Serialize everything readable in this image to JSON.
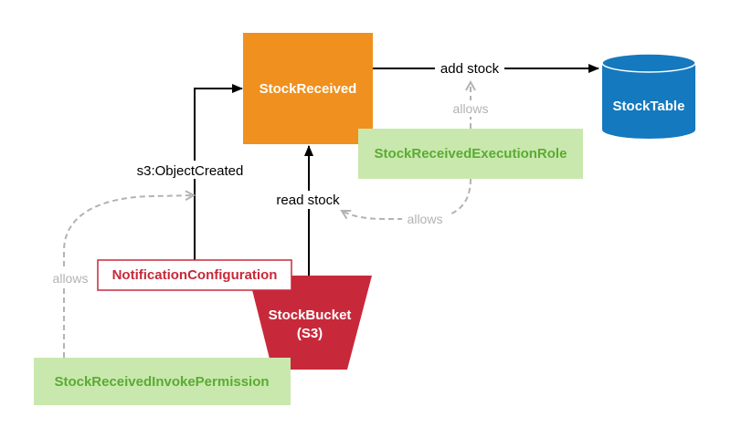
{
  "colors": {
    "lambda": "#f0901e",
    "table": "#1479be",
    "bucket": "#c8293a",
    "role_fill": "#c9e8ad",
    "role_text": "#5aab33",
    "notif_border": "#c8293a",
    "notif_text": "#c8293a",
    "arrow_solid": "#000000",
    "arrow_dashed": "#b3b3b3",
    "allows_text": "#b3b3b3"
  },
  "nodes": {
    "stock_received": {
      "label": "StockReceived"
    },
    "stock_table": {
      "label": "StockTable"
    },
    "stock_bucket": {
      "label_line1": "StockBucket",
      "label_line2": "(S3)"
    },
    "execution_role": {
      "label": "StockReceivedExecutionRole"
    },
    "notification_configuration": {
      "label": "NotificationConfiguration"
    },
    "invoke_permission": {
      "label": "StockReceivedInvokePermission"
    }
  },
  "edges": {
    "add_stock": {
      "label": "add stock"
    },
    "read_stock": {
      "label": "read stock"
    },
    "object_created": {
      "label": "s3:ObjectCreated"
    },
    "allows_role_table": {
      "label": "allows"
    },
    "allows_role_bucket": {
      "label": "allows"
    },
    "allows_permission": {
      "label": "allows"
    }
  }
}
